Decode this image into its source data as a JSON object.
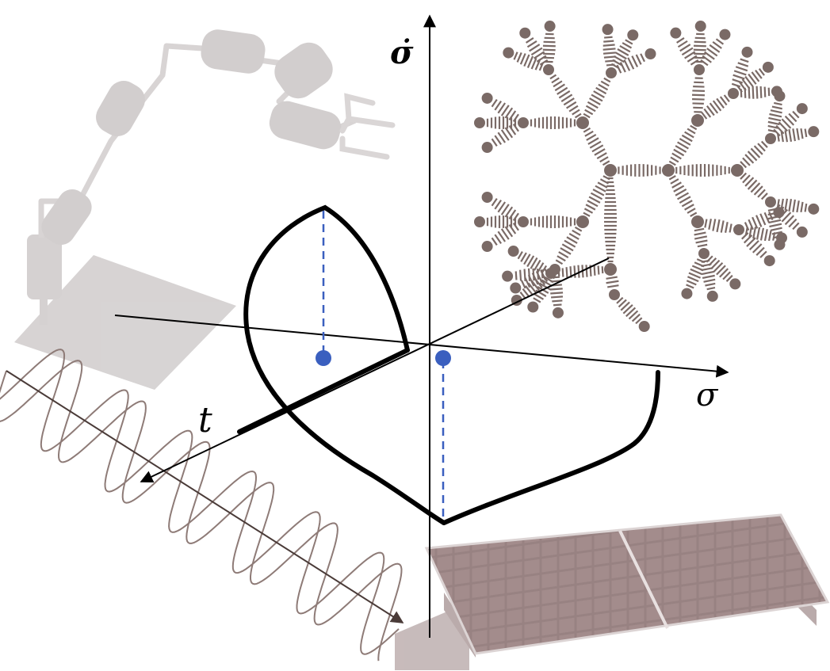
{
  "axes": {
    "sigma_dot_label": "σ̇",
    "sigma_label": "σ",
    "t_label": "t"
  },
  "colors": {
    "axis": "#000000",
    "curve": "#000000",
    "projection": "#3a5fbf",
    "faded_illustration": "#c9c2c2",
    "robot_arm": "#cfcaca",
    "tree_nodes": "#7a6a66",
    "solar_panel": "#8a7272",
    "wave": "#8e7b77"
  },
  "illustrations": [
    "robot-arm",
    "molecular-tree",
    "helical-wave",
    "solar-panel"
  ]
}
